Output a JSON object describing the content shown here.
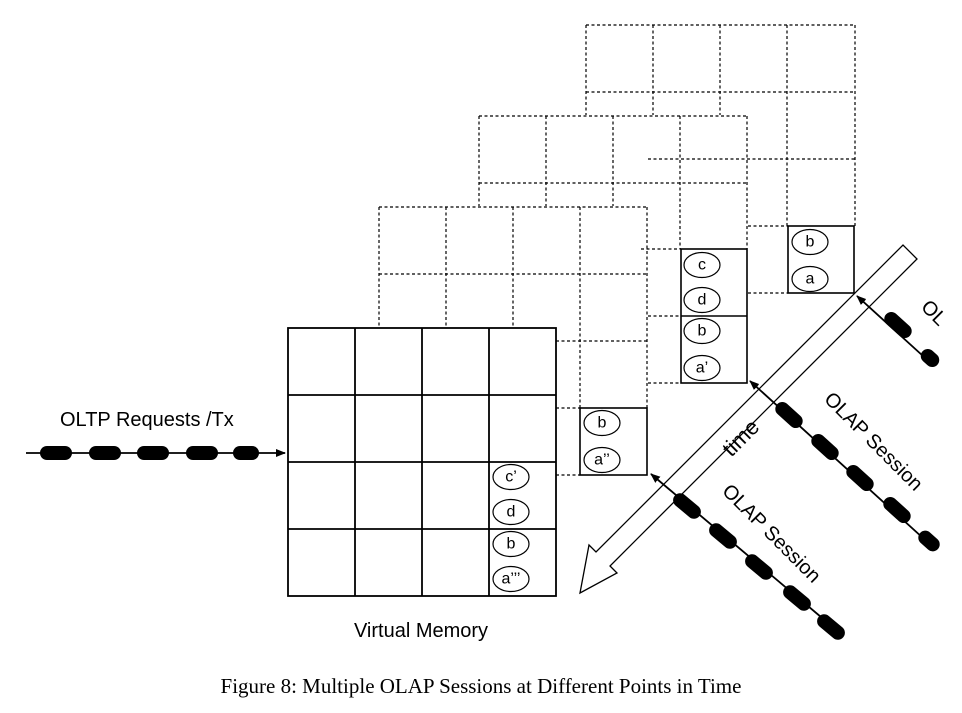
{
  "labels": {
    "oltp": "OLTP Requests /Tx",
    "virtual_memory": "Virtual Memory",
    "time": "time",
    "olap1": "OLAP Session",
    "olap2": "OLAP Session",
    "olap3_partial": "OL",
    "caption": "Figure 8: Multiple OLAP Sessions at Different Points in Time"
  },
  "cells": {
    "main": {
      "c": "c’",
      "d": "d",
      "b": "b",
      "a": "a’’’"
    },
    "snap1": {
      "b": "b",
      "a": "a’’"
    },
    "snap2": {
      "c": "c",
      "d": "d",
      "b": "b",
      "a": "a’"
    },
    "snap3": {
      "b": "b",
      "a": "a"
    }
  }
}
